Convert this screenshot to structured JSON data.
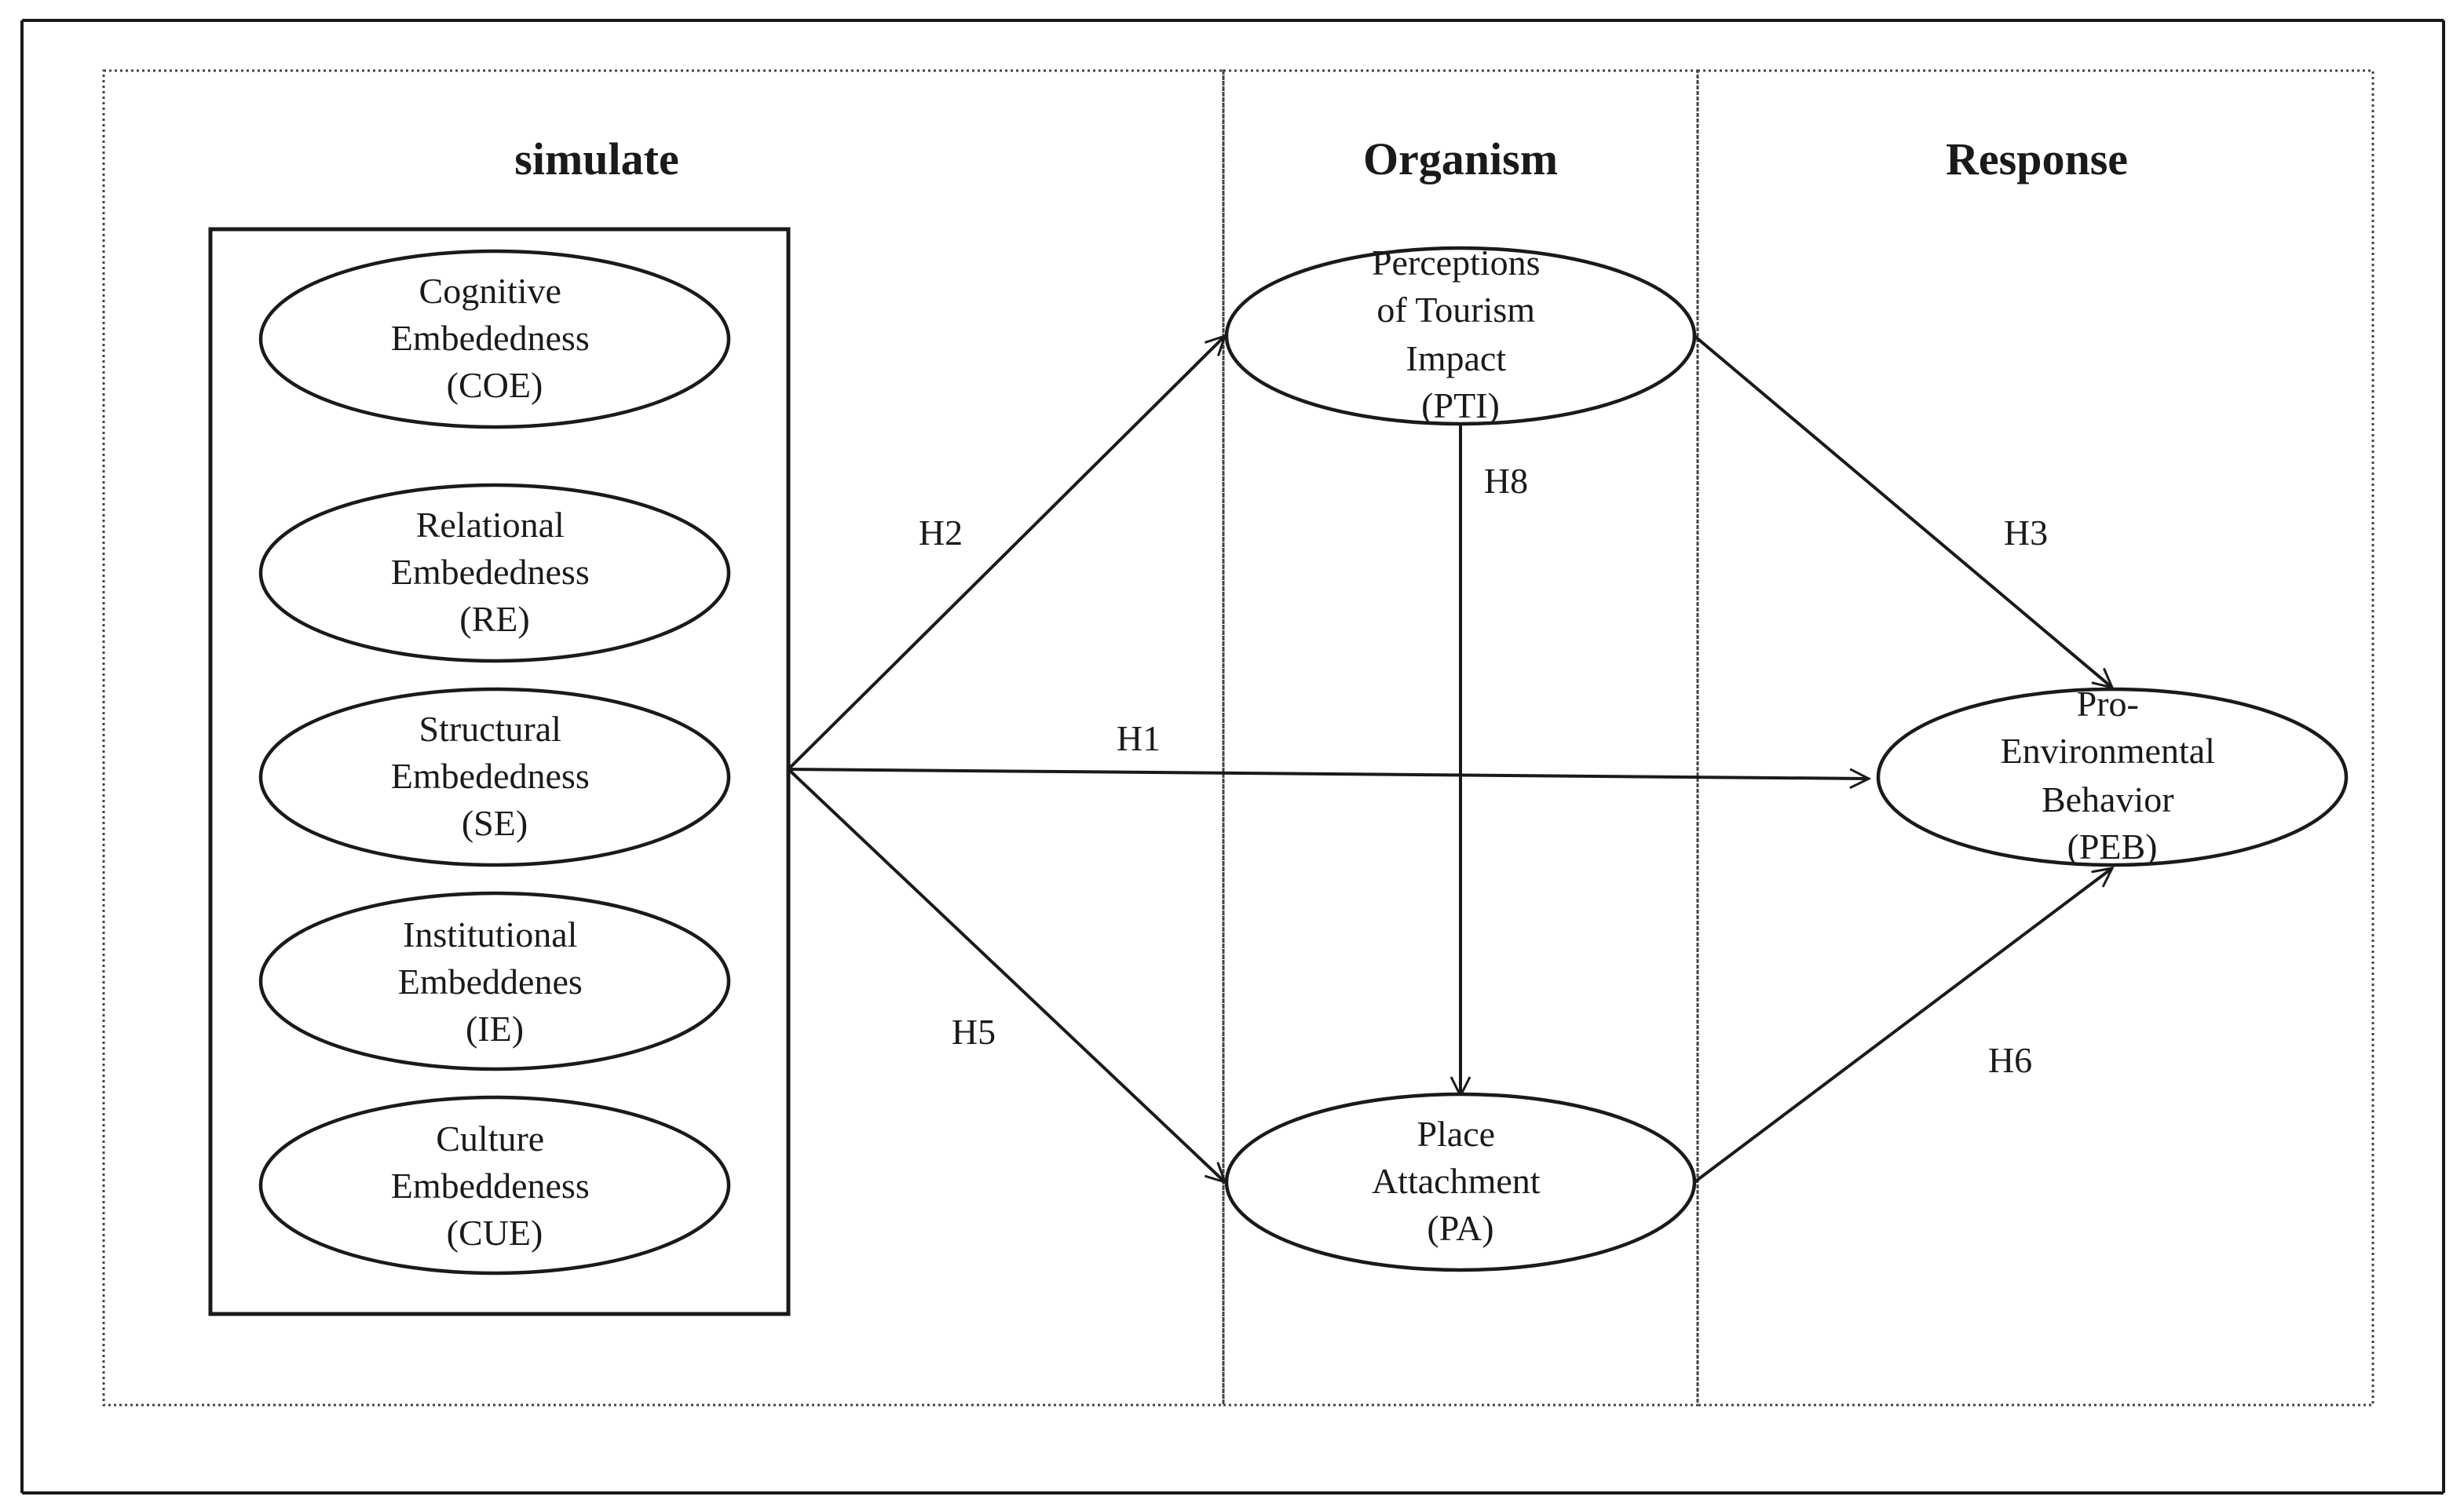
{
  "headers": {
    "stimulus": "simulate",
    "organism": "Organism",
    "response": "Response"
  },
  "nodes": {
    "coe": [
      "Cognitive",
      "Embededness",
      "(COE)"
    ],
    "re": [
      "Relational",
      "Embededness",
      "(RE)"
    ],
    "se": [
      "Structural",
      "Embededness",
      "(SE)"
    ],
    "ie": [
      "Institutional",
      "Embeddenes",
      "(IE)"
    ],
    "cue": [
      "Culture",
      "Embeddeness",
      "(CUE)"
    ],
    "pti": [
      "Perceptions",
      "of Tourism",
      "Impact",
      "(PTI)"
    ],
    "pa": [
      "Place",
      "Attachment",
      "(PA)"
    ],
    "peb": [
      "Pro-",
      "Environmental",
      "Behavior",
      "(PEB)"
    ]
  },
  "hypotheses": {
    "h1": "H1",
    "h2": "H2",
    "h3": "H3",
    "h5": "H5",
    "h6": "H6",
    "h8": "H8"
  }
}
